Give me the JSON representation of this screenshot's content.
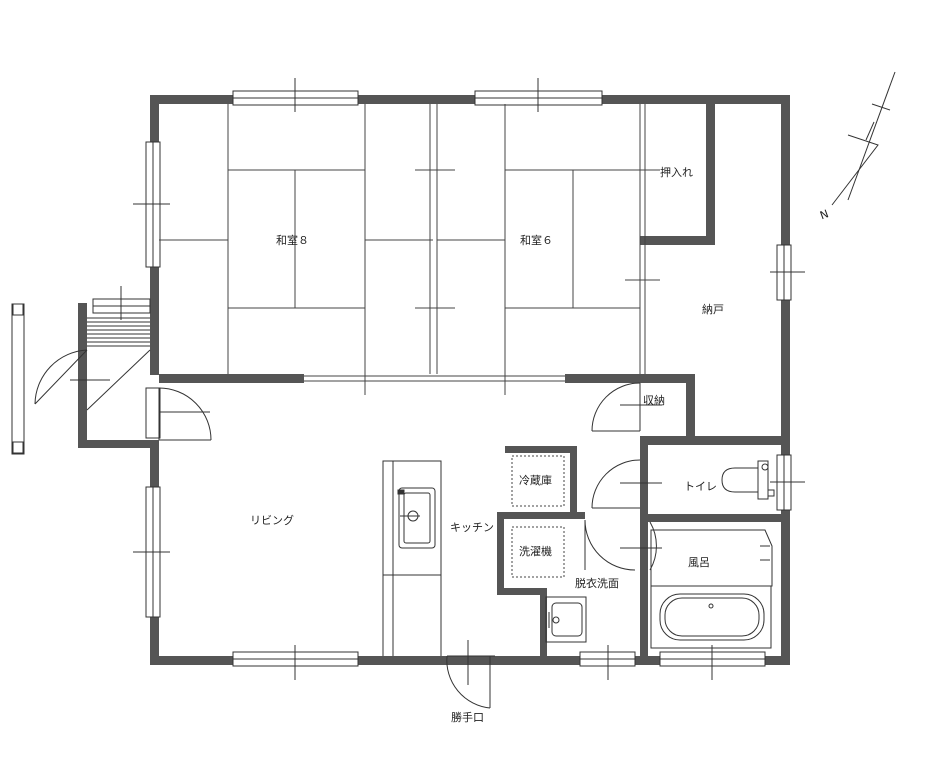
{
  "plan": {
    "rooms": {
      "washitsu8": "和室８",
      "washitsu6": "和室６",
      "oshiire": "押入れ",
      "nando": "納戸",
      "shuno": "収納",
      "living": "リビング",
      "kitchen": "キッチン",
      "reizoko": "冷蔵庫",
      "toilet": "トイレ",
      "sentakuki": "洗濯機",
      "datsui": "脱衣洗面",
      "furo": "風呂",
      "katteguchi": "勝手口"
    },
    "north": "N"
  }
}
